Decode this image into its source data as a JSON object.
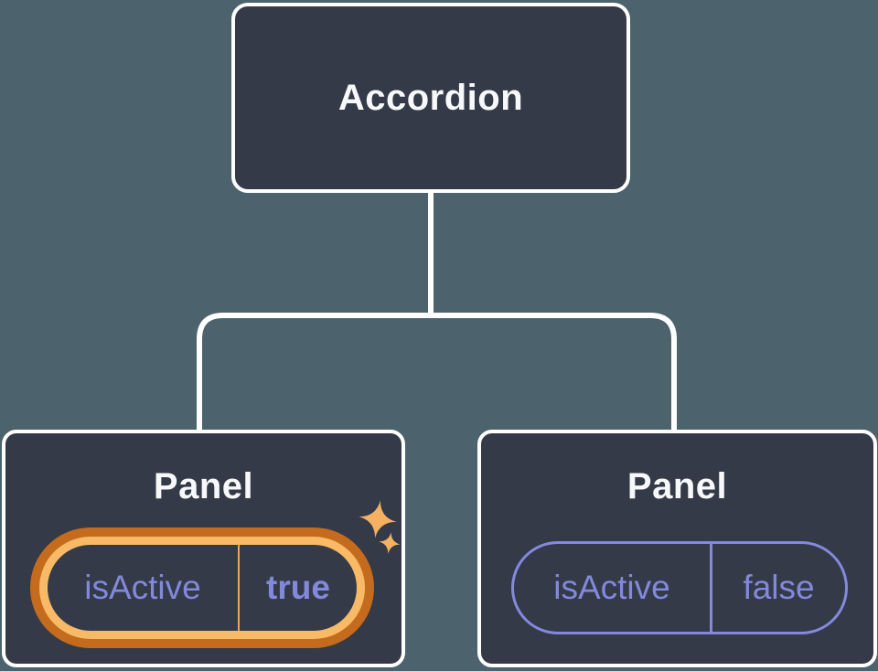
{
  "diagram": {
    "root": {
      "label": "Accordion"
    },
    "panels": [
      {
        "title": "Panel",
        "prop_name": "isActive",
        "prop_value": "true",
        "highlighted": true
      },
      {
        "title": "Panel",
        "prop_name": "isActive",
        "prop_value": "false",
        "highlighted": false
      }
    ],
    "icons": {
      "sparkle_large": "sparkle-icon",
      "sparkle_small": "sparkle-icon"
    },
    "colors": {
      "background": "#4C636D",
      "node_fill": "#343A47",
      "node_border": "#FFFFFF",
      "title_text": "#F7F8FA",
      "prop_text_purple": "#8289DB",
      "plain_pill_border": "#8589DE",
      "highlight_ring_outer": "#C46B1D",
      "highlight_ring_inner": "#F8BA67",
      "highlight_divider": "#E9A758",
      "sparkle": "#F5B162",
      "connector": "#FFFFFF"
    }
  }
}
